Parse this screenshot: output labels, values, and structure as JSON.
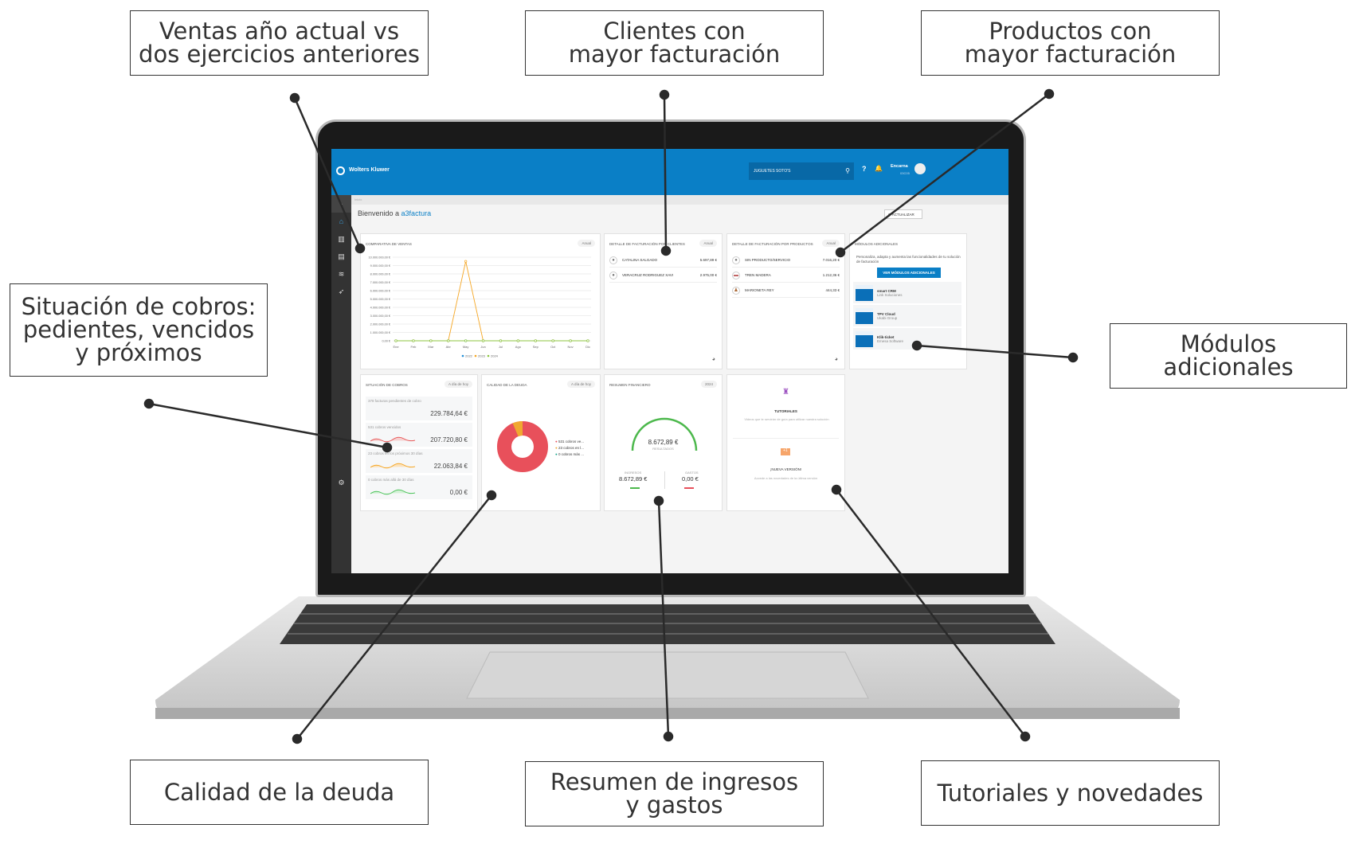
{
  "callouts": {
    "ventas": "Ventas año actual vs\ndos ejercicios anteriores",
    "clientes": "Clientes con\nmayor facturación",
    "productos": "Productos con\nmayor facturación",
    "cobros": "Situación de cobros:\npedientes, vencidos\ny próximos",
    "modulos": "Módulos\nadicionales",
    "deuda": "Calidad de la deuda",
    "resumen": "Resumen de ingresos\ny gastos",
    "tutoriales": "Tutoriales y novedades"
  },
  "app": {
    "brand": "Wolters Kluwer",
    "company": "JUGUETES SOTO'S",
    "user": "Encarna",
    "user_sub": "03C05",
    "breadcrumb": "Inicio",
    "welcome": "Bienvenido a ",
    "product": "a3factura",
    "refresh": "ACTUALIZAR"
  },
  "ventas": {
    "title": "COMPARATIVA DE VENTAS",
    "period": "Anual"
  },
  "chart_data": {
    "type": "line",
    "title": "COMPARATIVA DE VENTAS",
    "categories": [
      "Ene",
      "Feb",
      "Mar",
      "Abr",
      "May",
      "Jun",
      "Jul",
      "Ago",
      "Sep",
      "Oct",
      "Nov",
      "Dic"
    ],
    "yticks": [
      "0,00 €",
      "1.000.000,00 €",
      "2.000.000,00 €",
      "3.000.000,00 €",
      "4.000.000,00 €",
      "5.000.000,00 €",
      "6.000.000,00 €",
      "7.000.000,00 €",
      "8.000.000,00 €",
      "9.000.000,00 €",
      "10.000.000,00 €"
    ],
    "ylim": [
      0,
      10000000
    ],
    "series": [
      {
        "name": "2022",
        "color": "#1f8dd6",
        "values": [
          0,
          0,
          0,
          0,
          0,
          0,
          0,
          0,
          0,
          0,
          0,
          0
        ]
      },
      {
        "name": "2023",
        "color": "#f5a623",
        "values": [
          0,
          0,
          0,
          0,
          9500000,
          0,
          0,
          0,
          0,
          0,
          0,
          0
        ]
      },
      {
        "name": "2024",
        "color": "#8cc63f",
        "values": [
          0,
          0,
          0,
          0,
          0,
          0,
          0,
          0,
          0,
          0,
          0,
          0
        ]
      }
    ],
    "legend": "bottom"
  },
  "clientes": {
    "title": "DETALLE DE FACTURACIÓN POR CLIENTES",
    "period": "Anual",
    "rows": [
      {
        "name": "CATALINA SALGADO",
        "value": "5.697,89 €"
      },
      {
        "name": "VERACRUZ RODRIGUEZ XAVI",
        "value": "2.975,00 €"
      }
    ]
  },
  "productos": {
    "title": "DETALLE DE FACTURACIÓN POR PRODUCTOS",
    "period": "Anual",
    "rows": [
      {
        "name": "SIN PRODUCTO/SERVICIO",
        "value": "7.016,20 €"
      },
      {
        "name": "TREN MADERA",
        "value": "1.212,36 €"
      },
      {
        "name": "MARIONETA REY",
        "value": "444,33 €"
      }
    ]
  },
  "modulos": {
    "title": "MÓDULOS ADICIONALES",
    "text": "Personaliza, adapta y aumenta las funcionalidades de tu solución de facturación",
    "button": "VER MÓDULOS ADICIONALES",
    "items": [
      {
        "name": "smart CRM",
        "vendor": "Link Soluciones"
      },
      {
        "name": "TPV Cloud",
        "vendor": "Ukabi Group"
      },
      {
        "name": "Klik-ticket",
        "vendor": "Emesa Software"
      }
    ]
  },
  "cobros": {
    "title": "SITUACIÓN DE COBROS",
    "period": "A día de hoy",
    "items": [
      {
        "label": "378 facturas pendientes de cobro",
        "value": "229.784,64 €"
      },
      {
        "label": "531 cobros vencidos",
        "value": "207.720,80 €",
        "color": "#e85a5a"
      },
      {
        "label": "23 cobros en los próximos 30 días",
        "value": "22.063,84 €",
        "color": "#f5a623"
      },
      {
        "label": "0 cobros más allá de 30 días",
        "value": "0,00 €",
        "color": "#4cc35a"
      }
    ]
  },
  "deuda": {
    "title": "CALIDAD DE LA DEUDA",
    "period": "A día de hoy",
    "legend": [
      {
        "label": "531 cobros ve...",
        "color": "#e8505b",
        "value": 531
      },
      {
        "label": "23 cobros en l...",
        "color": "#f0a830",
        "value": 23
      },
      {
        "label": "0 cobros más ...",
        "color": "#16a38a",
        "value": 0
      }
    ]
  },
  "resumen": {
    "title": "RESUMEN FINANCIERO",
    "period": "2024",
    "result": "8.672,89 €",
    "result_label": "RESULTADOS",
    "ingresos_label": "INGRESOS",
    "ingresos": "8.672,89 €",
    "gastos_label": "GASTOS",
    "gastos": "0,00 €"
  },
  "tutoriales": {
    "title": "TUTORIALES",
    "text": "Videos que te servirán de guía para utilizar nuestra solución",
    "news_title": "¡NUEVA VERSIÓN!",
    "news_text": "Accede a las novedades de la última versión"
  }
}
